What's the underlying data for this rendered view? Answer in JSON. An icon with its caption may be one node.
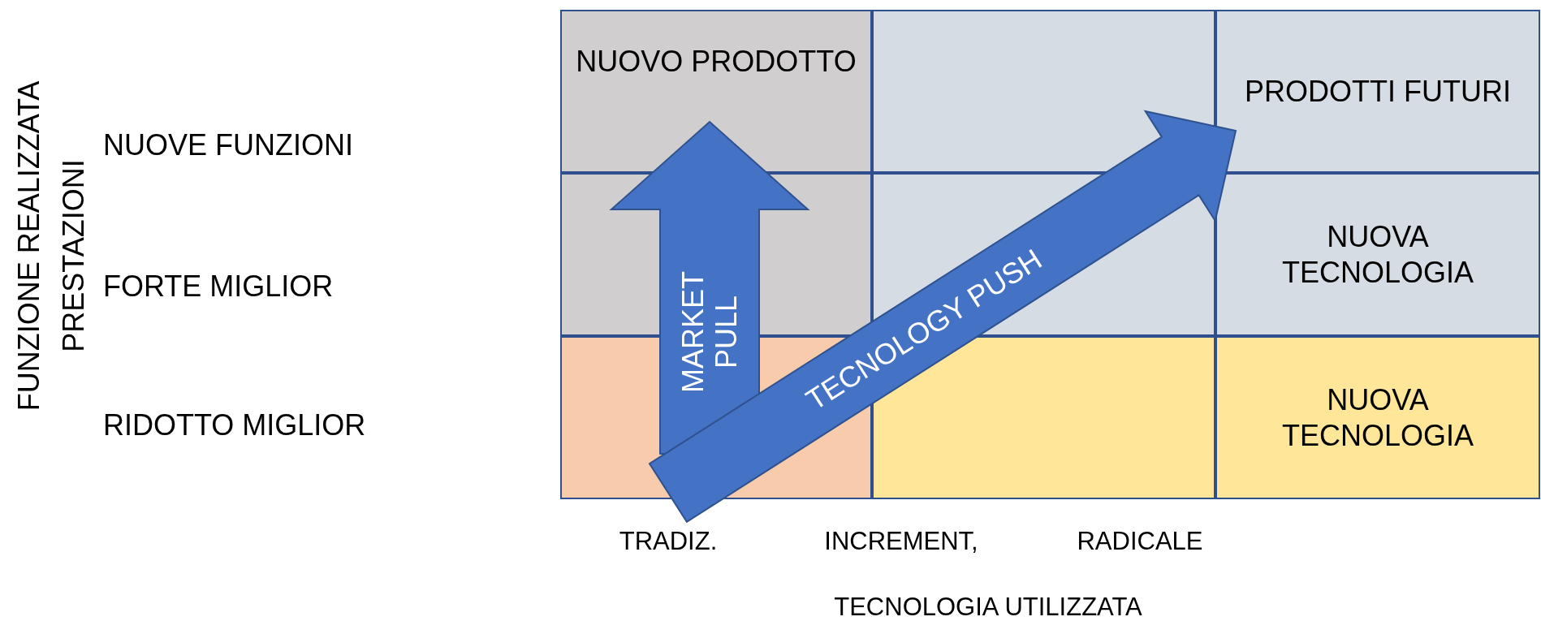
{
  "diagram": {
    "nodes": [
      {
        "text": [
          "NUOVO PRODOTTO"
        ]
      },
      {
        "text": [],
        "shape": "box"
      },
      {
        "text": [
          "PRODOTTI FUTURI"
        ]
      },
      {
        "text": [],
        "shape": "box"
      },
      {
        "text": [],
        "shape": "box"
      },
      {
        "text": [
          "NUOVA TECNOLOGIA"
        ]
      },
      {
        "text": [],
        "shape": "box"
      },
      {
        "text": [],
        "shape": "box"
      },
      {
        "text": [
          "NUOVA TECNOLOGIA"
        ]
      }
    ],
    "edges": [
      {
        "from": 6,
        "to": 0,
        "arrow": "to",
        "label": "MARKET PULL",
        "style": "thick"
      },
      {
        "from": 6,
        "to": 2,
        "arrow": "to",
        "label": "TECNOLOGY PUSH",
        "style": "thick"
      }
    ],
    "labels": [
      "FUNZIONE REALIZZATA",
      "PRESTAZIONI",
      "NUOVE FUNZIONI",
      "FORTE MIGLIOR",
      "RIDOTTO MIGLIOR",
      "TRADIZ.",
      "INCREMENT,",
      "RADICALE",
      "TECNOLOGIA UTILIZZATA"
    ]
  }
}
